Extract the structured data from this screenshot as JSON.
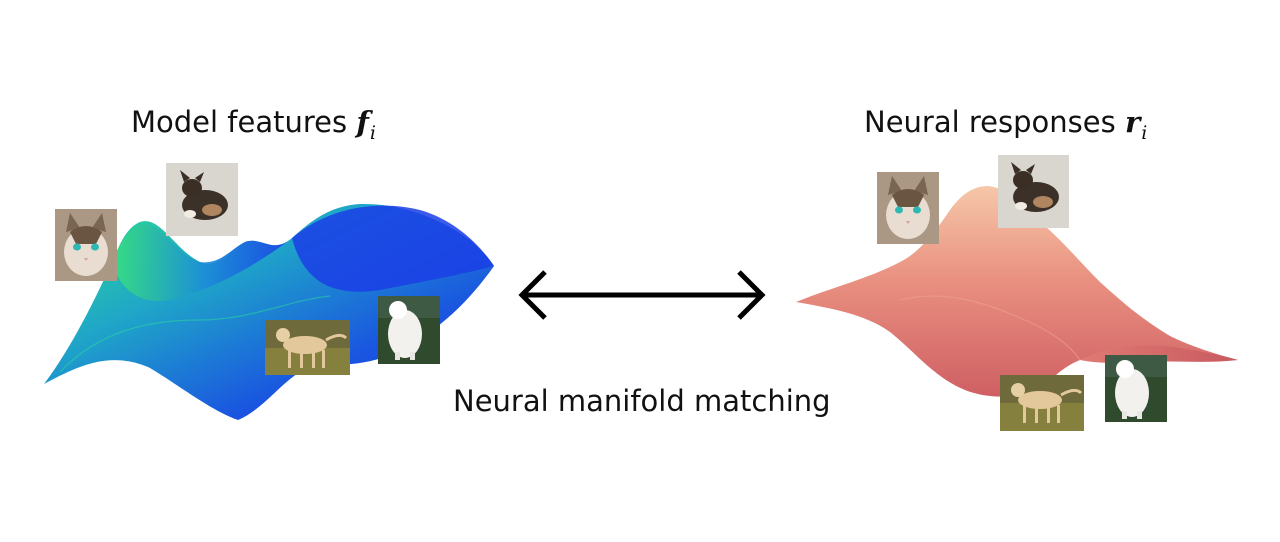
{
  "left_title": {
    "text": "Model features ",
    "symbol": "f",
    "subscript": "i"
  },
  "right_title": {
    "text": "Neural responses ",
    "symbol": "r",
    "subscript": "i"
  },
  "center_label": "Neural manifold matching",
  "colors": {
    "left_manifold_green": "#2ee38a",
    "left_manifold_blue": "#1737e6",
    "right_manifold_light": "#f5c2a6",
    "right_manifold_dark": "#d76a6a",
    "arrow": "#000000"
  },
  "thumbnails": [
    {
      "subject": "cat-face"
    },
    {
      "subject": "cat-lying"
    },
    {
      "subject": "golden-dog"
    },
    {
      "subject": "fluffy-white-dog"
    }
  ]
}
